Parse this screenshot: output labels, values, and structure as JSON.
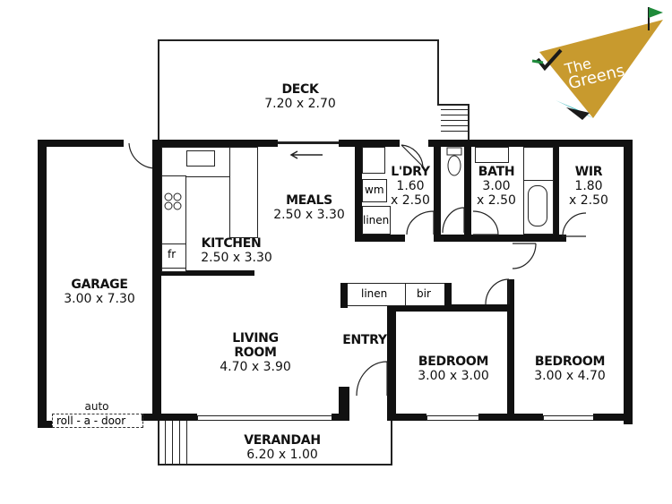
{
  "plan": {
    "rooms": [
      {
        "id": "deck",
        "name": "DECK",
        "dims": "7.20 x 2.70"
      },
      {
        "id": "garage",
        "name": "GARAGE",
        "dims": "3.00 x 7.30"
      },
      {
        "id": "kitchen",
        "name": "KITCHEN",
        "dims": "2.50 x 3.30"
      },
      {
        "id": "meals",
        "name": "MEALS",
        "dims": "2.50 x 3.30"
      },
      {
        "id": "ldry",
        "name": "L'DRY",
        "dims_a": "1.60",
        "dims_b": "x 2.50"
      },
      {
        "id": "bath",
        "name": "BATH",
        "dims_a": "3.00",
        "dims_b": "x 2.50"
      },
      {
        "id": "wir",
        "name": "WIR",
        "dims_a": "1.80",
        "dims_b": "x 2.50"
      },
      {
        "id": "living",
        "name_a": "LIVING",
        "name_b": "ROOM",
        "dims": "4.70 x 3.90"
      },
      {
        "id": "entry",
        "name": "ENTRY"
      },
      {
        "id": "bed1",
        "name": "BEDROOM",
        "dims": "3.00 x 3.00"
      },
      {
        "id": "bed2",
        "name": "BEDROOM",
        "dims": "3.00 x 4.70"
      },
      {
        "id": "verandah",
        "name": "VERANDAH",
        "dims": "6.20 x 1.00"
      }
    ],
    "fixtures": {
      "wm": "wm",
      "linen_ldry": "linen",
      "fr": "fr",
      "linen_hall": "linen",
      "bir": "bir",
      "auto": "auto",
      "roll_door": "roll - a - door"
    }
  },
  "logo": {
    "text_a": "The",
    "text_b": "Greens",
    "colors": {
      "gold": "#c89a2e",
      "teal": "#2bb3b8",
      "green": "#1e8a3a",
      "dark": "#1a1a1a"
    }
  }
}
